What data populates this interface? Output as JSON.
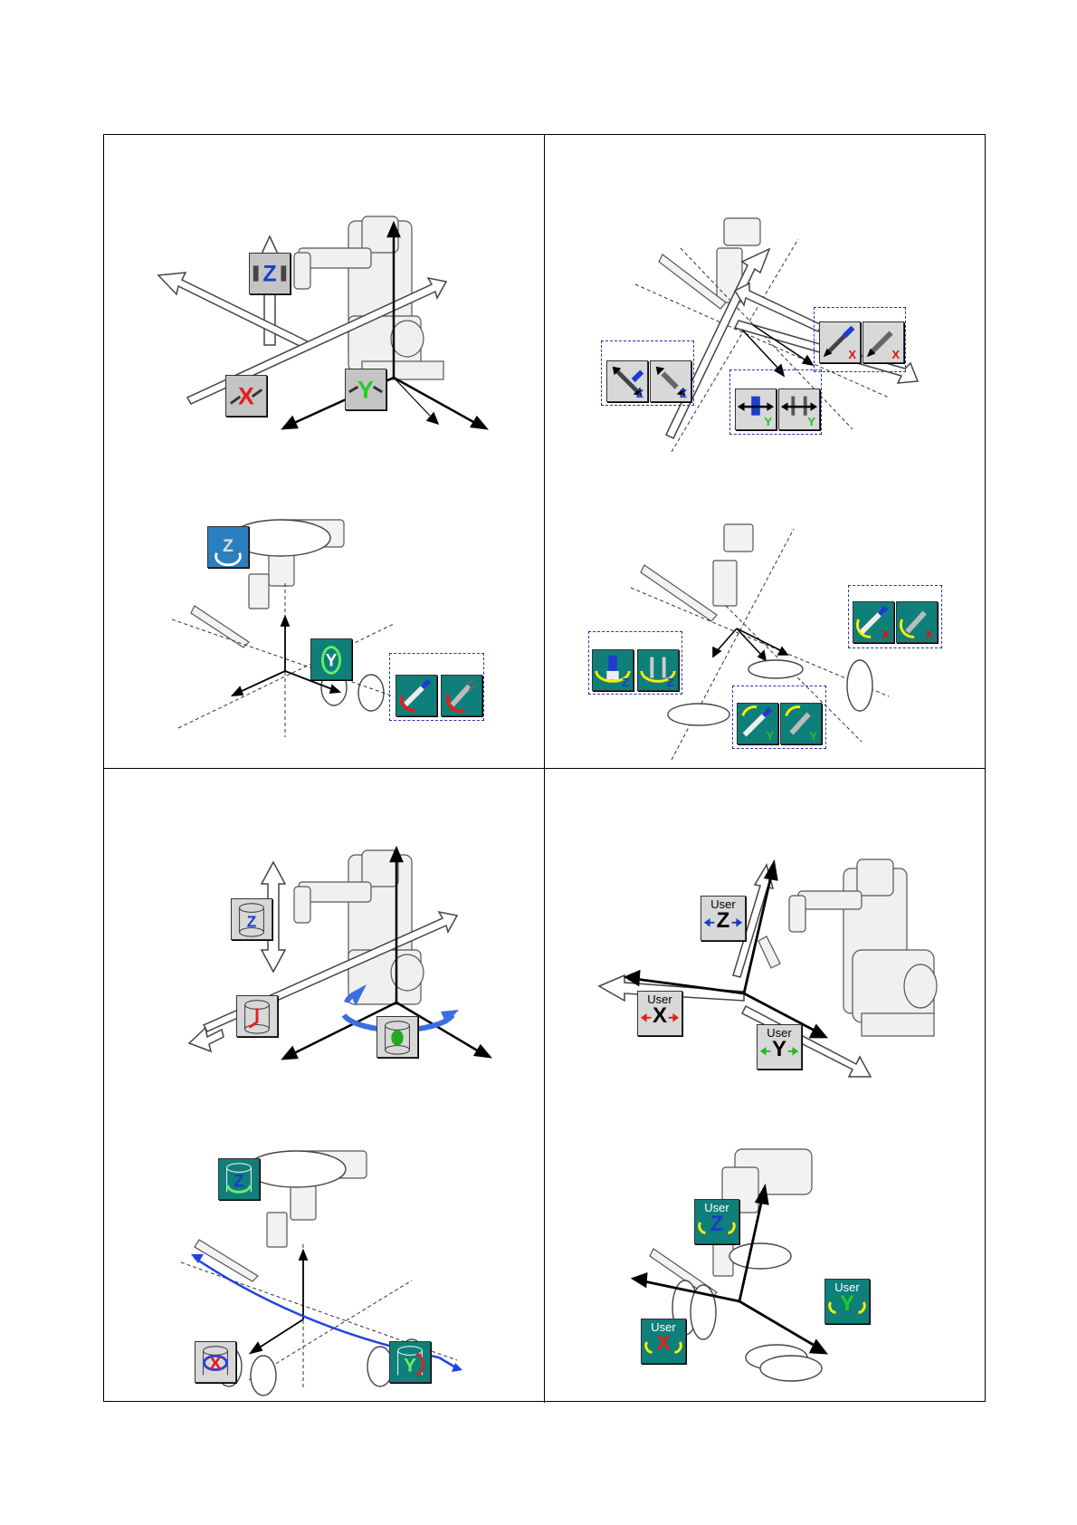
{
  "icons": {
    "user_z": {
      "label": "User",
      "axis": "Z"
    },
    "user_x": {
      "label": "User",
      "axis": "X"
    },
    "user_y": {
      "label": "User",
      "axis": "Y"
    },
    "user_rz": {
      "label": "User",
      "axis": "Z"
    },
    "user_ry": {
      "label": "User",
      "axis": "Y"
    },
    "user_rx": {
      "label": "User",
      "axis": "X"
    },
    "tool_x": "X",
    "tool_y": "Y",
    "tool_z": "Z"
  },
  "colors": {
    "axis_x": "#e02020",
    "axis_y": "#22cc22",
    "axis_z": "#1b3ccc",
    "icon_gray": "#c4c4c4",
    "icon_teal": "#0f7f7a",
    "group_border": "#2333aa"
  }
}
